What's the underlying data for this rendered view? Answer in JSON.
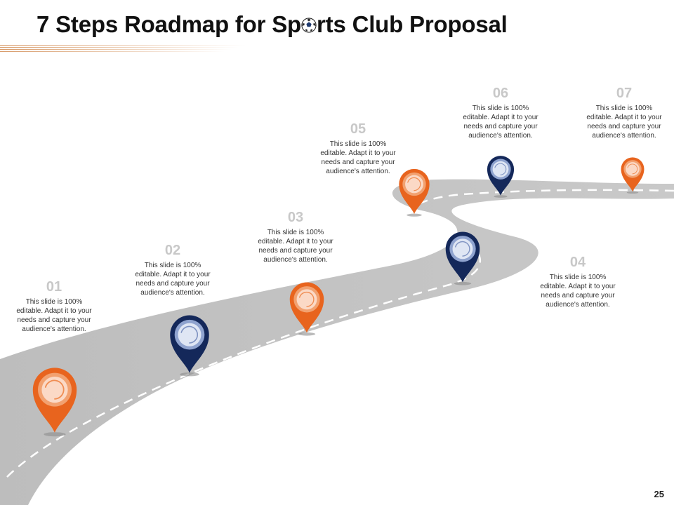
{
  "slide": {
    "title_part1": "7 Steps Roadmap for Sp",
    "title_part2": "rts Club Proposal",
    "title_icon": "soccer-ball-icon",
    "page_number": "25"
  },
  "colors": {
    "orange": "#e8641e",
    "navy": "#14285a",
    "road": "#c4c4c4",
    "accent_line": "#d89a68"
  },
  "steps": [
    {
      "number": "01",
      "color": "orange",
      "text": [
        "This slide is 100%",
        "editable. Adapt it to your",
        "needs and capture your",
        "audience's attention."
      ]
    },
    {
      "number": "02",
      "color": "navy",
      "text": [
        "This slide is 100%",
        "editable. Adapt it to your",
        "needs and capture your",
        "audience's attention."
      ]
    },
    {
      "number": "03",
      "color": "orange",
      "text": [
        "This slide is 100%",
        "editable. Adapt it to your",
        "needs and capture your",
        "audience's attention."
      ]
    },
    {
      "number": "04",
      "color": "navy",
      "text": [
        "This slide is 100%",
        "editable. Adapt it to your",
        "needs and capture your",
        "audience's attention."
      ]
    },
    {
      "number": "05",
      "color": "orange",
      "text": [
        "This slide is 100%",
        "editable. Adapt it to your",
        "needs and capture your",
        "audience's attention."
      ]
    },
    {
      "number": "06",
      "color": "navy",
      "text": [
        "This slide is 100%",
        "editable. Adapt it to your",
        "needs and capture your",
        "audience's attention."
      ]
    },
    {
      "number": "07",
      "color": "orange",
      "text": [
        "This slide is 100%",
        "editable. Adapt it to your",
        "needs and capture your",
        "audience's attention."
      ]
    }
  ]
}
